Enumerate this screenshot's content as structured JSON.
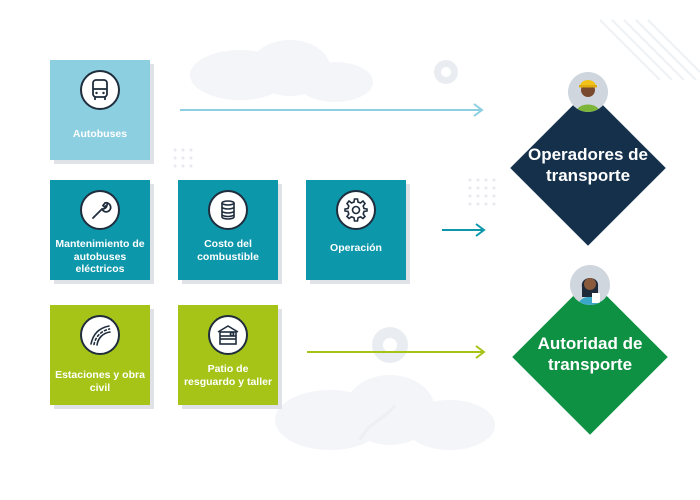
{
  "tiles": {
    "autobuses": {
      "label": "Autobuses",
      "color": "#8ccfe0"
    },
    "mantenimiento": {
      "label": "Mantenimiento de autobuses eléctricos",
      "color": "#0d97ab"
    },
    "costo": {
      "label": "Costo del combustible",
      "color": "#0d97ab"
    },
    "operacion": {
      "label": "Operación",
      "color": "#0d97ab"
    },
    "estaciones": {
      "label": "Estaciones y obra civil",
      "color": "#a6c317"
    },
    "patio": {
      "label": "Patio de resguardo y taller",
      "color": "#a6c317"
    }
  },
  "targets": {
    "operadores": {
      "label": "Operadores de transporte",
      "color": "#14304a"
    },
    "autoridad": {
      "label": "Autoridad de transporte",
      "color": "#0f9143"
    }
  },
  "icons": [
    "bus-icon",
    "wrench-icon",
    "coins-icon",
    "gear-icon",
    "road-icon",
    "garage-icon"
  ],
  "arrow_colors": {
    "autobuses": "#8ccfe0",
    "operacion": "#0d97ab",
    "patio": "#a6c317"
  }
}
